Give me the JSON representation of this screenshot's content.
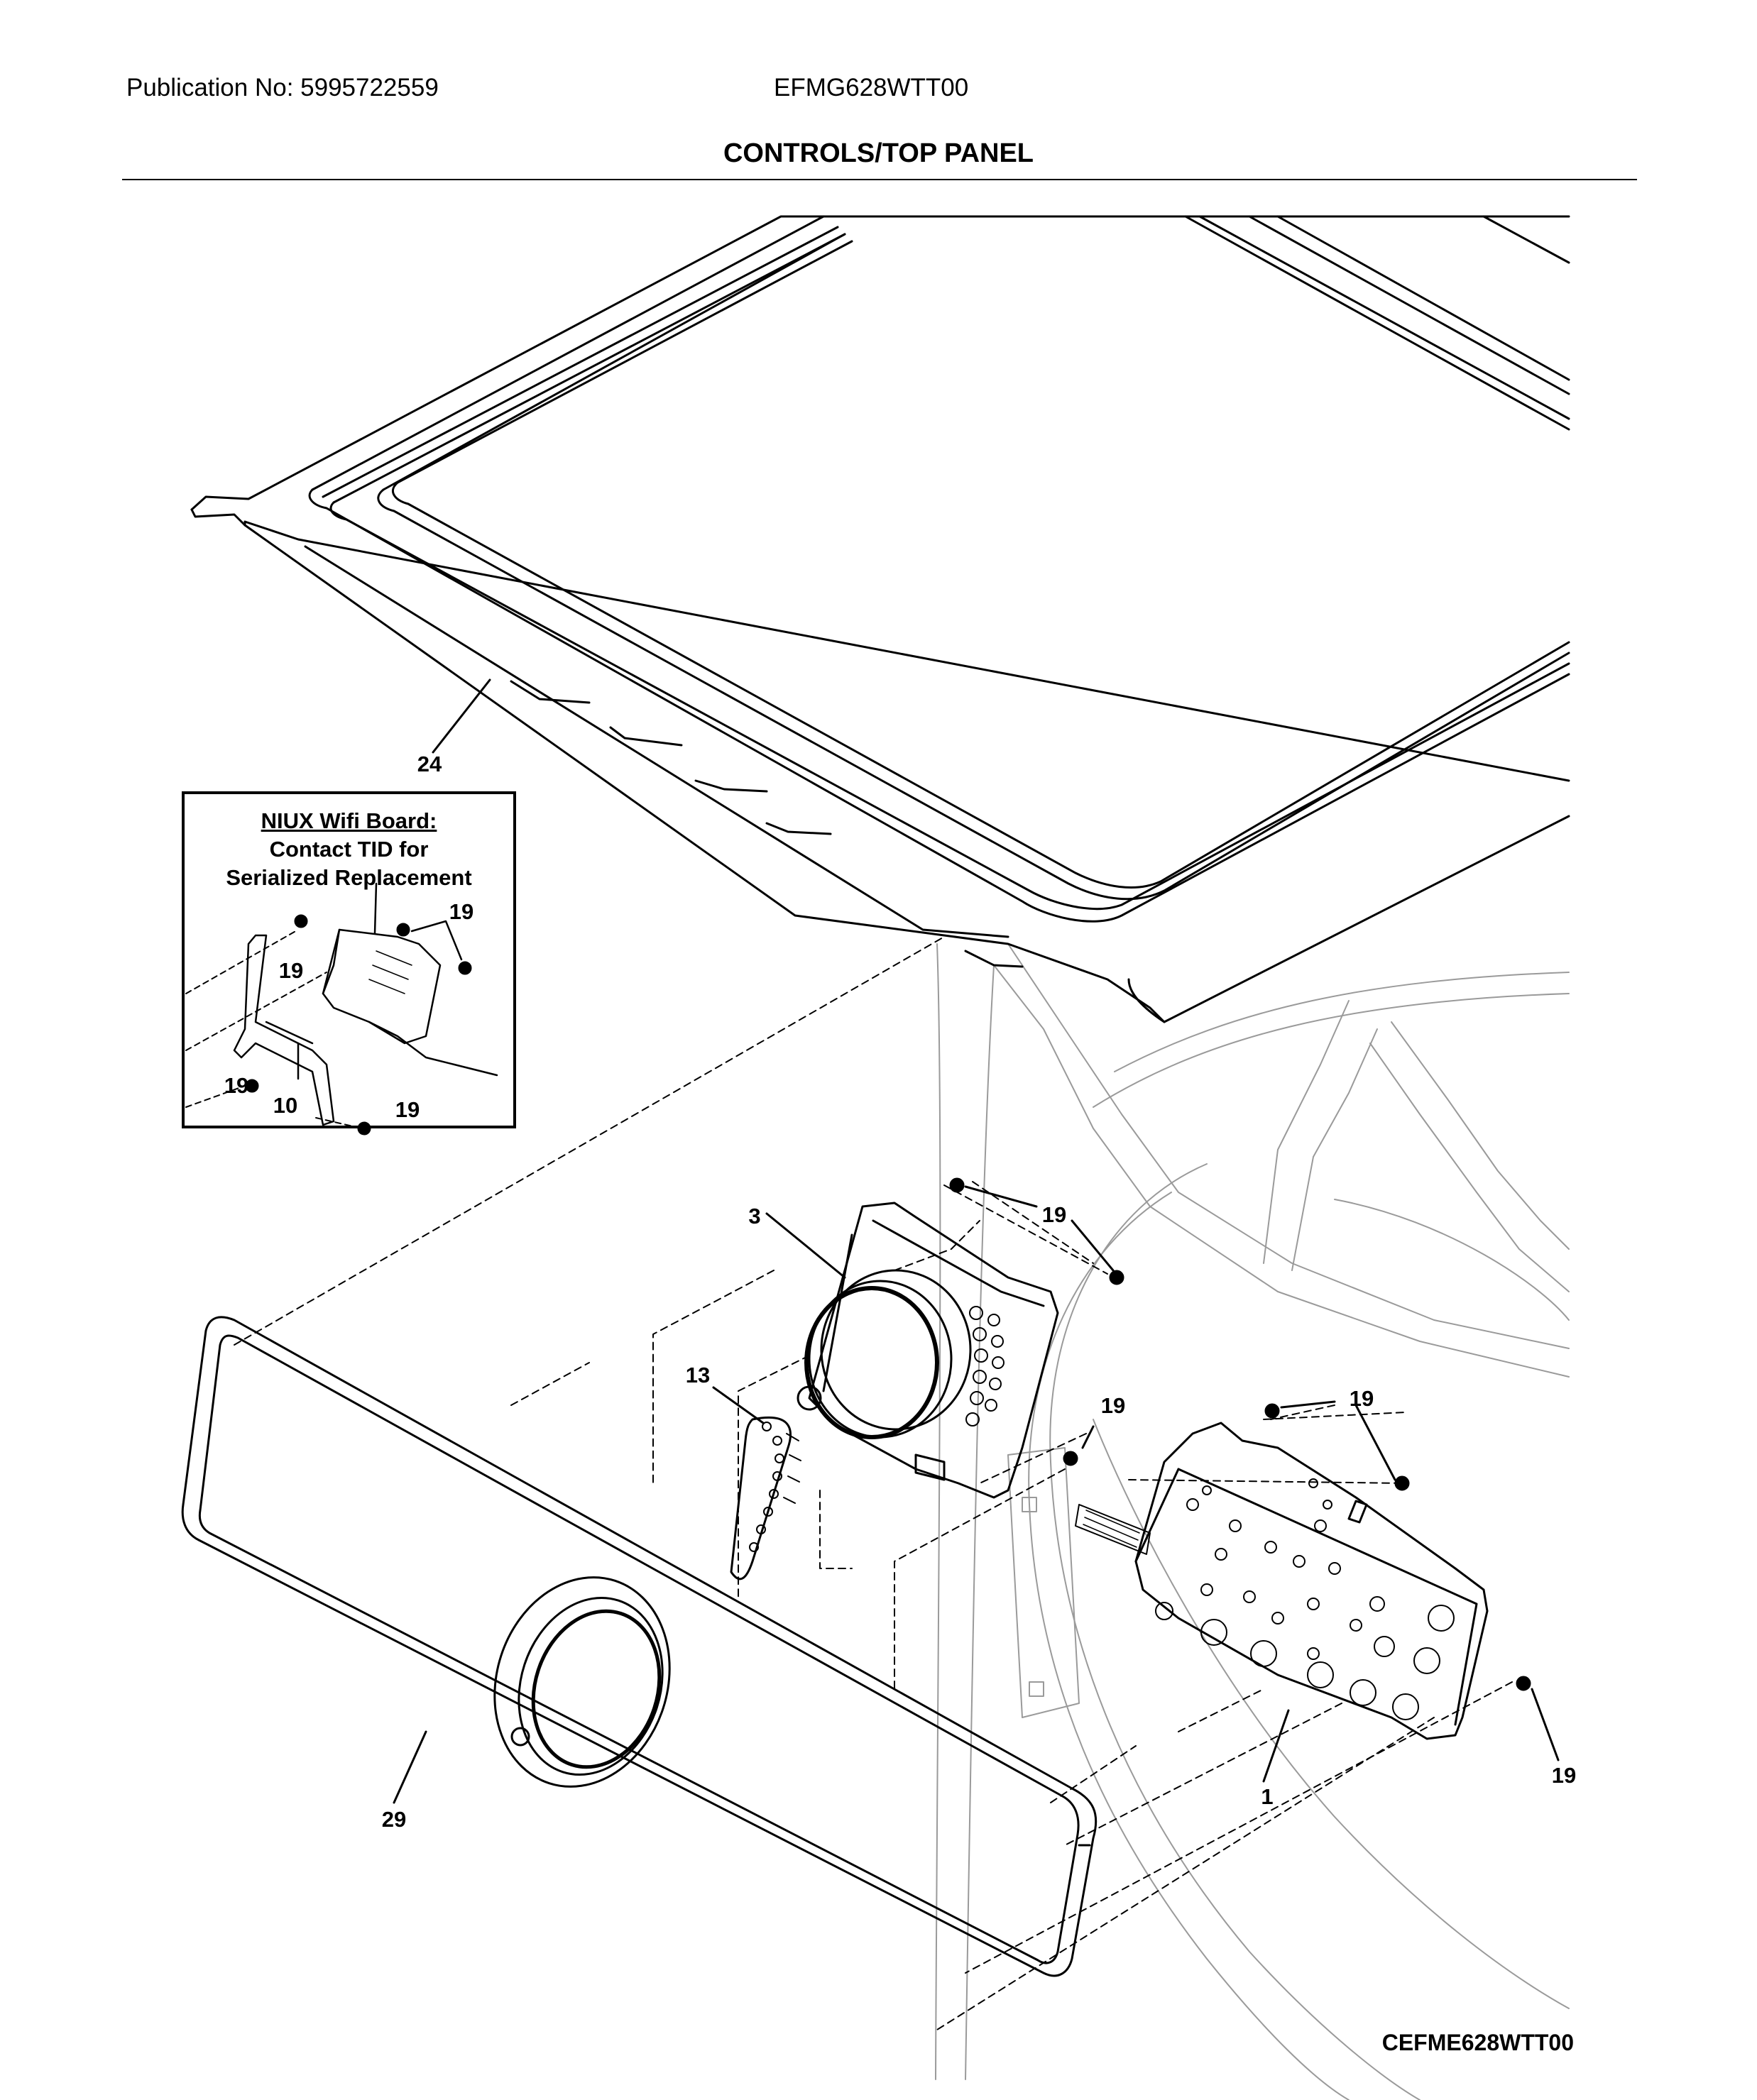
{
  "header": {
    "publication": "Publication No: 5995722559",
    "model": "EFMG628WTT00",
    "title": "CONTROLS/TOP PANEL"
  },
  "note": {
    "line1": "NIUX Wifi Board:",
    "line2": "Contact TID for",
    "line3": "Serialized Replacement"
  },
  "callouts": {
    "top_panel": "24",
    "wifi_screw_a": "19",
    "wifi_screw_b": "19",
    "wifi_screw_c": "19",
    "wifi_screw_d": "19",
    "wifi_bracket": "10",
    "knob_screw_top": "19",
    "encoder": "3",
    "light_ring": "13",
    "board_screw_left": "19",
    "board_screw_right": "19",
    "board_screw_bottom": "19",
    "control_board": "1",
    "console": "29"
  },
  "diagram_code": "CEFME628WTT00"
}
